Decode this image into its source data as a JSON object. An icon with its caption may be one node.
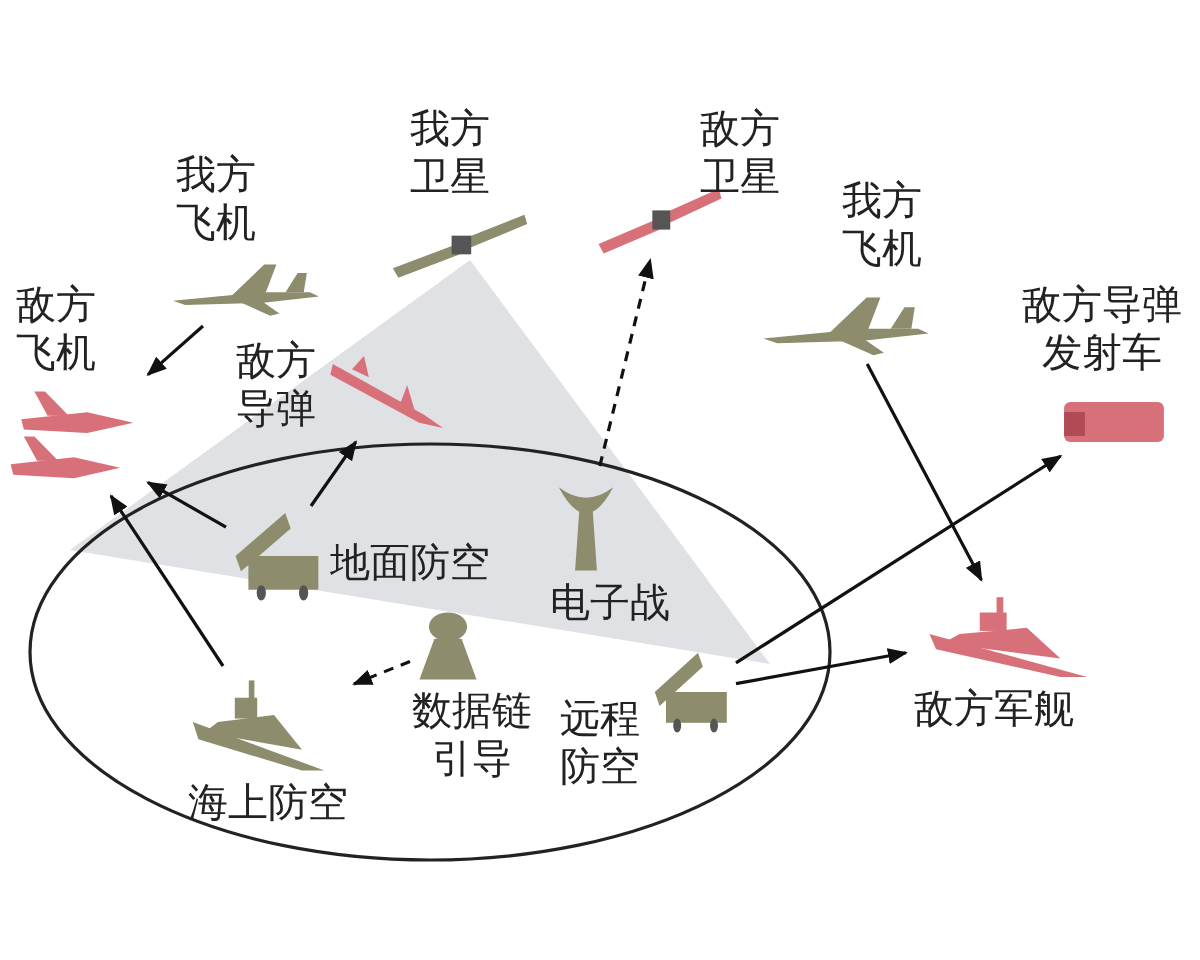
{
  "diagram": {
    "nodes": [
      {
        "text": [
          "我方飞机"
        ]
      },
      {
        "text": [
          "我方卫星"
        ]
      },
      {
        "text": [
          "敌方卫星"
        ]
      },
      {
        "text": [
          "我方飞机"
        ]
      },
      {
        "text": [
          "敌方飞机"
        ]
      },
      {
        "text": [
          "敌方导弹"
        ]
      },
      {
        "text": [
          "敌方导弹发射车"
        ]
      },
      {
        "text": [
          "地面防空"
        ]
      },
      {
        "text": [
          "电子战"
        ]
      },
      {
        "text": [
          "数据链引导"
        ]
      },
      {
        "text": [
          "海上防空"
        ]
      },
      {
        "text": [
          "远程防空"
        ]
      },
      {
        "text": [
          "敌方军舰"
        ]
      }
    ],
    "edges": [
      {
        "from": 0,
        "to": 4,
        "arrow": "to"
      },
      {
        "from": 7,
        "to": 4,
        "arrow": "to"
      },
      {
        "from": 7,
        "to": 5,
        "arrow": "to"
      },
      {
        "from": 10,
        "to": 4,
        "arrow": "to"
      },
      {
        "from": 8,
        "to": 2,
        "arrow": "to",
        "style": "dashed"
      },
      {
        "from": 9,
        "to": 10,
        "arrow": "to",
        "style": "dashed"
      },
      {
        "from": 3,
        "to": 12,
        "arrow": "to"
      },
      {
        "from": 11,
        "to": 12,
        "arrow": "to"
      },
      {
        "from": 11,
        "to": 6,
        "arrow": "to"
      }
    ]
  }
}
